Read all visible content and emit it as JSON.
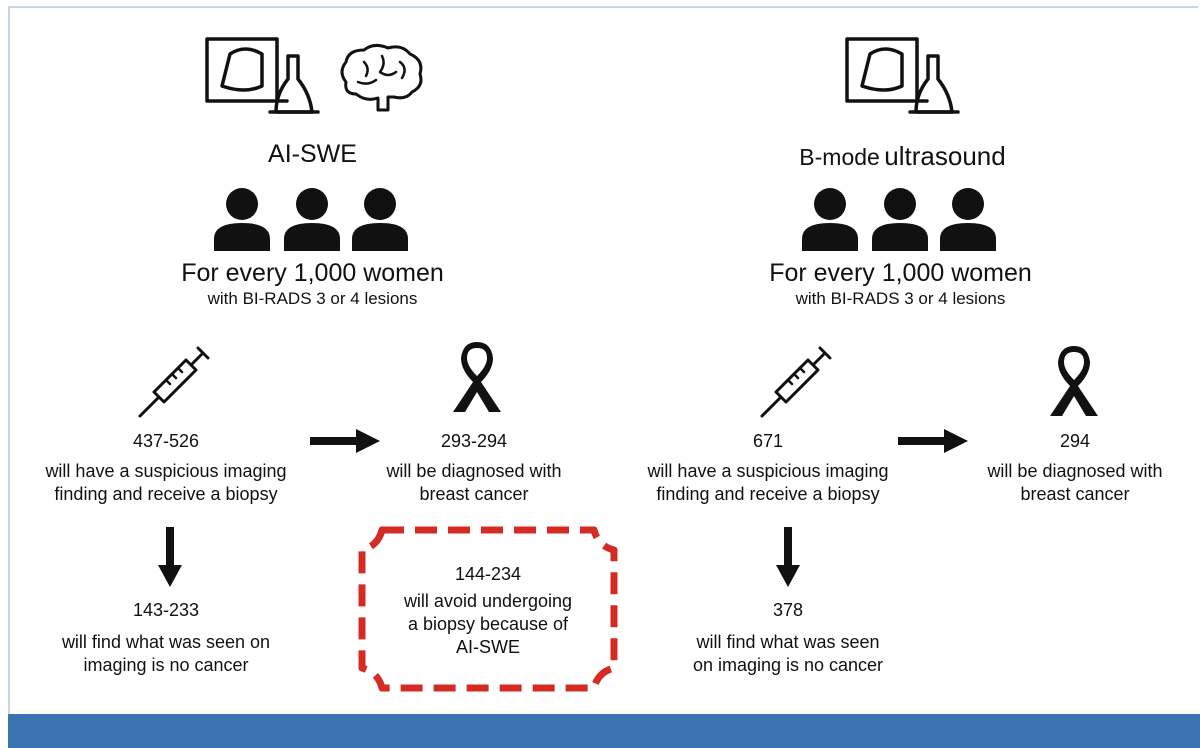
{
  "left": {
    "title": "AI-SWE",
    "headline": "For every 1,000 women",
    "subline": "with BI-RADS 3 or 4 lesions",
    "biopsy": {
      "number": "437-526",
      "line1": "will have a suspicious imaging",
      "line2": "finding and receive a biopsy"
    },
    "cancer": {
      "number": "293-294",
      "line1": "will be diagnosed with",
      "line2": "breast cancer"
    },
    "no_cancer": {
      "number": "143-233",
      "line1": "will find what was seen on",
      "line2": "imaging is no cancer"
    },
    "avoid": {
      "number": "144-234",
      "line1": "will avoid undergoing",
      "line2": "a biopsy because of",
      "line3": "AI-SWE"
    }
  },
  "right": {
    "title_a": "B-mode",
    "title_b": "ultrasound",
    "headline": "For every 1,000 women",
    "subline": "with BI-RADS 3 or 4 lesions",
    "biopsy": {
      "number": "671",
      "line1": "will have a suspicious imaging",
      "line2": "finding and receive a biopsy"
    },
    "cancer": {
      "number": "294",
      "line1": "will be diagnosed with",
      "line2": "breast cancer"
    },
    "no_cancer": {
      "number": "378",
      "line1": "will find what was seen",
      "line2": "on imaging is no cancer"
    }
  },
  "colors": {
    "dashed_box": "#d42b24",
    "footer": "#3a73b0",
    "ink": "#111111"
  },
  "icons": [
    "ultrasound-machine-icon",
    "brain-icon",
    "people-icon",
    "syringe-icon",
    "awareness-ribbon-icon",
    "arrow-right-icon",
    "arrow-down-icon"
  ]
}
